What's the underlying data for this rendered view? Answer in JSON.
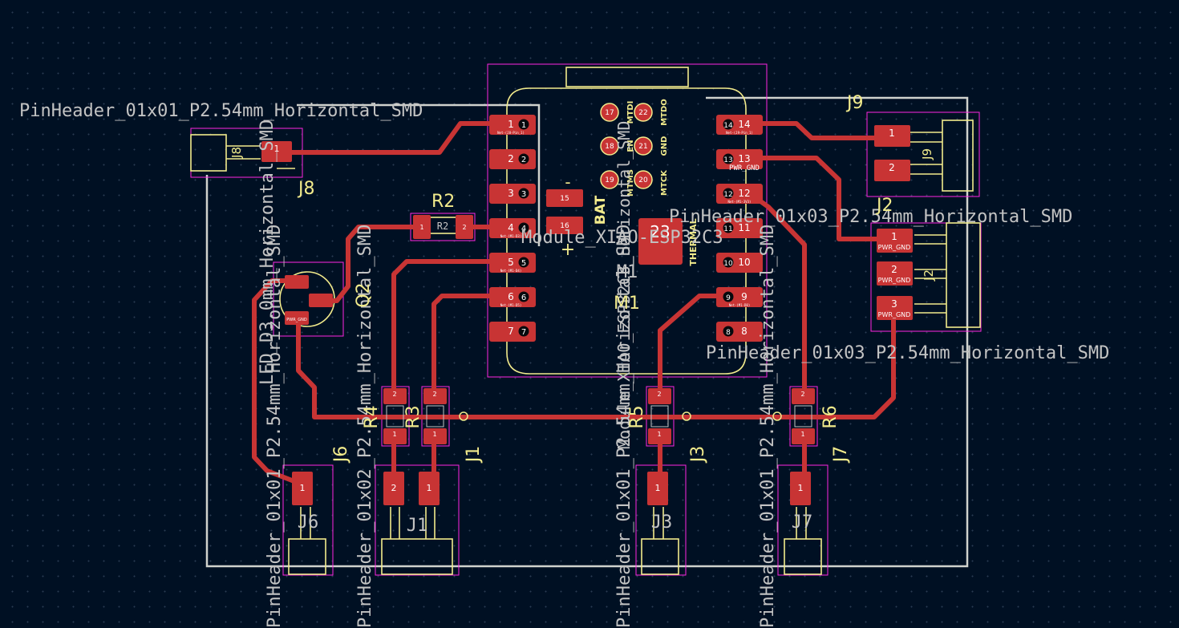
{
  "labels": {
    "j8_footprint": "PinHeader_01x01_P2.54mm_Horizontal_SMD",
    "j2_footprint": "PinHeader_01x03_P2.54mm_Horizontal_SMD",
    "j2_footprint_upper": "PinHeader_01x03_P2.54mm_Horizontal_SMD",
    "left_vertical_1": "PinHeader_01x01_P2.54mm_Horizontal_SMD",
    "left_vertical_2": "PinHeader_01x02_P2.54mm_Horizontal_SMD",
    "mid_vertical": "PinHeader_01x01_P2.54mm_Horizontal_SMD",
    "right_vertical": "PinHeader_01x01_P2.54mm_Horizontal_SMD",
    "m1_footprint": "Module_XIAO-ESP32C3",
    "m1_vertical": "Module_XIAO_ESP32C3_Horizontal_SMD",
    "q2_vertical": "LED_D3.0mm_Horizontal_SMD"
  },
  "refs": {
    "J8": "J8",
    "J9": "J9",
    "J2": "J2",
    "R2": "R2",
    "M1": "M1",
    "M1_fab": "M1",
    "Q2": "Q2",
    "R4": "R4",
    "R3": "R3",
    "R5": "R5",
    "R6": "R6",
    "J6": "J6",
    "J1": "J1",
    "J3": "J3",
    "J7": "J7",
    "J6_fab": "J6",
    "J1_fab": "J1",
    "J3_fab": "J3",
    "J7_fab": "J7",
    "J9_fab": "J9",
    "J2_fab": "J2",
    "J8_fab": "J8",
    "R2_fab": "R2"
  },
  "module": {
    "pin_numbers_left": [
      "1",
      "2",
      "3",
      "4",
      "5",
      "6",
      "7"
    ],
    "pin_numbers_right": [
      "14",
      "13",
      "12",
      "11",
      "10",
      "9",
      "8"
    ],
    "pin_pads_left": [
      "1",
      "2",
      "3",
      "4",
      "5",
      "6",
      "7"
    ],
    "pin_pads_right": [
      "14",
      "13",
      "12",
      "11",
      "10",
      "9",
      "8"
    ],
    "bat_pads": [
      "15",
      "16"
    ],
    "thermal_pad": "23",
    "thermal_label": "THERMAL",
    "bat_label": "BAT",
    "bat_minus": "-",
    "bat_plus": "+",
    "jtag_pads": [
      "17",
      "22",
      "18",
      "21",
      "19",
      "20"
    ],
    "jtag_labels": [
      "MTDI",
      "MTDO",
      "EN",
      "GND",
      "MTMS",
      "MTCK"
    ],
    "net_labels_left": [
      "Net-(J8-Pin_1)",
      "",
      "",
      "Net-(M1-D3)",
      "Net-(M1-D4)",
      "Net-(M1-D5)",
      ""
    ],
    "net_labels_right": [
      "Net-(J9-Pin_1)",
      "PWR_GND",
      "Net-(M1-3V3)",
      "",
      "",
      "Net-(M1-D8)",
      ""
    ]
  },
  "pads": {
    "j9": [
      "1",
      "2"
    ],
    "j2": [
      "1",
      "2",
      "3"
    ],
    "j2_net": "PWR_GND",
    "r2": [
      "1",
      "2"
    ],
    "q2_net": "PWR_GND",
    "resistor_pins": [
      "2",
      "1"
    ],
    "j8": "1",
    "j6": "1",
    "j1": [
      "2",
      "1"
    ],
    "j3": "1",
    "j7": "1"
  },
  "colors": {
    "background": "#001023",
    "copper": "#c83434",
    "silkscreen": "#f2eb8c",
    "courtyard": "#ff26e2",
    "edge_cuts": "#d0d2cd",
    "fab_text": "#c3c3c3"
  }
}
